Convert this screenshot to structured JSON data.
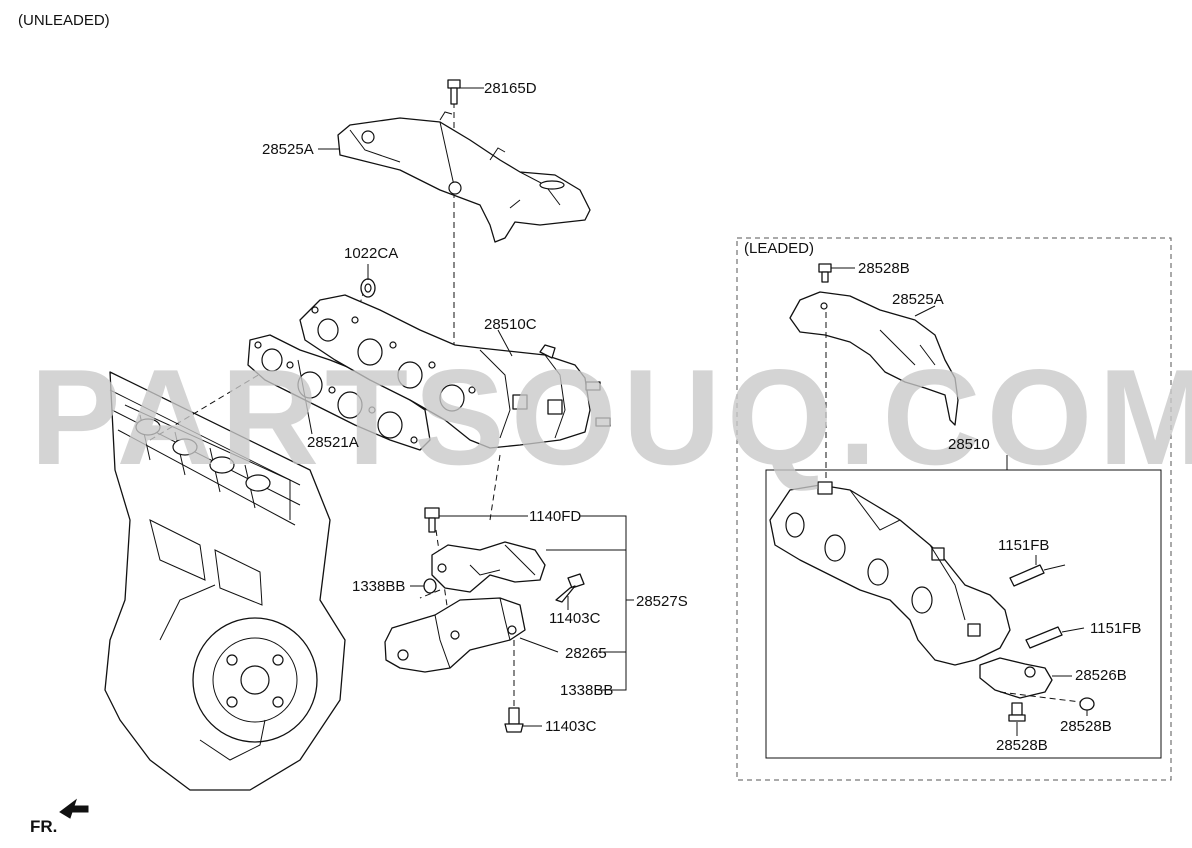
{
  "captions": {
    "unleaded": "(UNLEADED)",
    "leaded": "(LEADED)",
    "front": "FR."
  },
  "watermark": "PARTSOUQ.COM",
  "parts": {
    "p28165D": "28165D",
    "p28525A": "28525A",
    "p1022CA": "1022CA",
    "p28510C": "28510C",
    "p28521A": "28521A",
    "p1140FD": "1140FD",
    "p1338BB_a": "1338BB",
    "p11403C_a": "11403C",
    "p28527S": "28527S",
    "p28265": "28265",
    "p1338BB_b": "1338BB",
    "p11403C_b": "11403C",
    "p28528B_a": "28528B",
    "p28525A_b": "28525A",
    "p28510": "28510",
    "p1151FB_a": "1151FB",
    "p1151FB_b": "1151FB",
    "p28526B": "28526B",
    "p28528B_b": "28528B",
    "p28528B_c": "28528B"
  }
}
